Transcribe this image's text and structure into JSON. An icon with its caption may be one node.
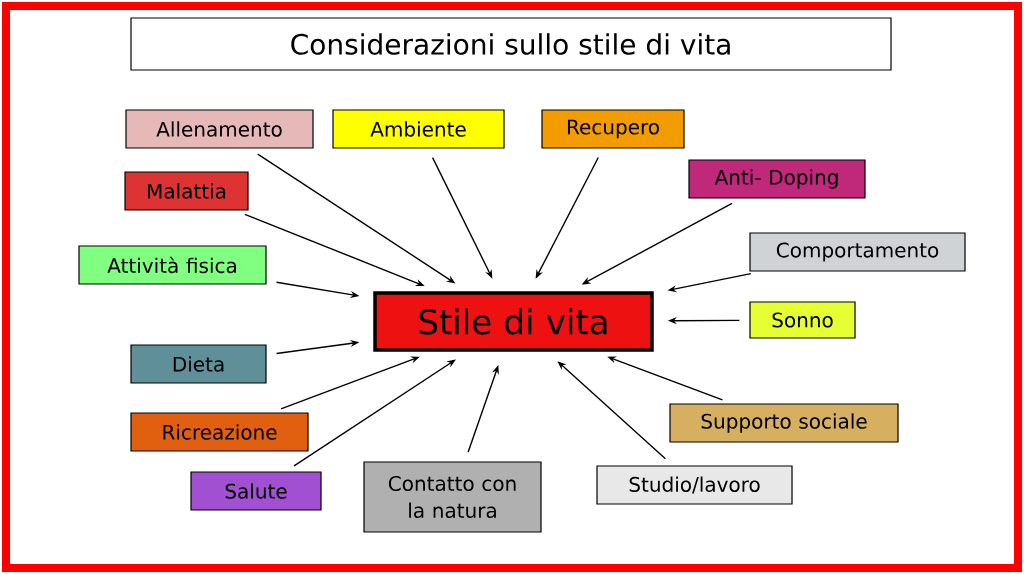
{
  "diagram": {
    "title": "Considerazioni sullo stile di vita",
    "nodes": [
      {
        "text": [
          "Allenamento"
        ]
      },
      {
        "text": [
          "Ambiente"
        ]
      },
      {
        "text": [
          "Recupero"
        ]
      },
      {
        "text": [
          "Anti- Doping"
        ]
      },
      {
        "text": [
          "Malattia"
        ]
      },
      {
        "text": [
          "Attività fisica"
        ]
      },
      {
        "text": [
          "Comportamento"
        ]
      },
      {
        "text": [
          "Stile di vita"
        ]
      },
      {
        "text": [
          "Sonno"
        ]
      },
      {
        "text": [
          "Dieta"
        ]
      },
      {
        "text": [
          "Supporto sociale"
        ]
      },
      {
        "text": [
          "Ricreazione"
        ]
      },
      {
        "text": [
          "Salute"
        ]
      },
      {
        "text": [
          "Contatto con la natura"
        ]
      },
      {
        "text": [
          "Studio/lavoro"
        ]
      }
    ],
    "edges": [
      {
        "from": 0,
        "to": 7,
        "arrow": "to"
      },
      {
        "from": 1,
        "to": 7,
        "arrow": "to"
      },
      {
        "from": 2,
        "to": 7,
        "arrow": "to"
      },
      {
        "from": 3,
        "to": 7,
        "arrow": "to"
      },
      {
        "from": 4,
        "to": 7,
        "arrow": "to"
      },
      {
        "from": 5,
        "to": 7,
        "arrow": "to"
      },
      {
        "from": 6,
        "to": 7,
        "arrow": "to"
      },
      {
        "from": 8,
        "to": 7,
        "arrow": "to"
      },
      {
        "from": 9,
        "to": 7,
        "arrow": "to"
      },
      {
        "from": 10,
        "to": 7,
        "arrow": "to"
      },
      {
        "from": 11,
        "to": 7,
        "arrow": "to"
      },
      {
        "from": 12,
        "to": 7,
        "arrow": "to"
      },
      {
        "from": 13,
        "to": 7,
        "arrow": "to"
      },
      {
        "from": 14,
        "to": 7,
        "arrow": "to"
      }
    ]
  }
}
